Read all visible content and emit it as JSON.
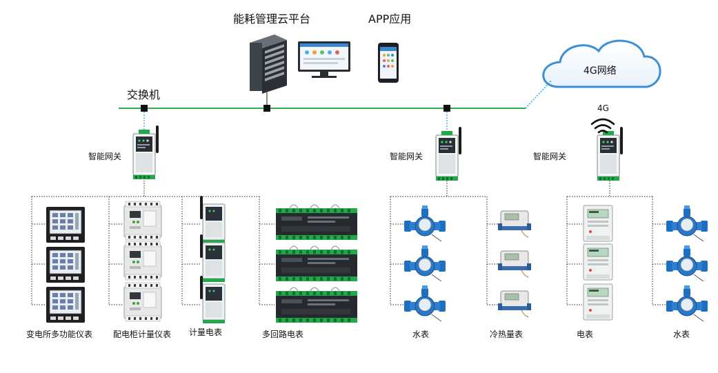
{
  "labels": {
    "cloud_platform": "能耗管理云平台",
    "app": "APP应用",
    "switch": "交换机",
    "network": "4G网络",
    "signal": "4G",
    "gateway_1": "智能网关",
    "gateway_2": "智能网关",
    "gateway_3": "智能网关",
    "substation_meter": "变电所多功能仪表",
    "cabinet_meter": "配电柜计量仪表",
    "metering_meter": "计量电表",
    "multi_circuit_meter": "多回路电表",
    "water_meter_1": "水表",
    "heat_meter": "冷热量表",
    "electric_meter": "电表",
    "water_meter_2": "水表"
  },
  "colors": {
    "bus_line": "#2bb04a",
    "link_line": "#1e9fd8",
    "cloud_stroke": "#3a8fd6",
    "device_green": "#22a84a",
    "water_blue": "#1e6fc0"
  }
}
